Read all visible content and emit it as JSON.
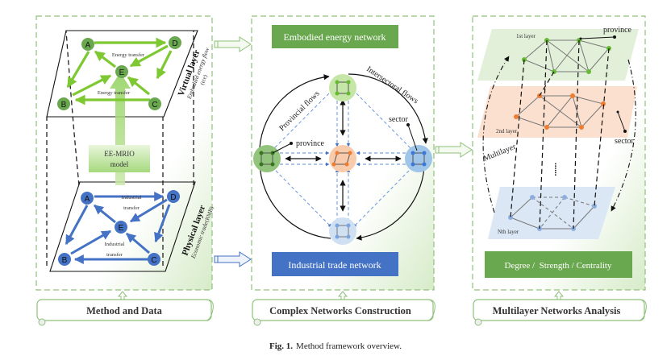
{
  "colors": {
    "green": "#6aa84f",
    "bright_green": "#7ec832",
    "blue": "#4472c4",
    "node_blue": "#4472c4",
    "orange": "#ed7d31",
    "light_green": "#e2efd9",
    "light_orange": "#fbe0cf",
    "light_blue": "#dbe7f4",
    "frame_green": "#8fc17a"
  },
  "panels": {
    "method": {
      "title": "Method and Data",
      "virtual_layer": {
        "title": "Virtual layer",
        "subtitle": "Embodied energy flow",
        "unit": "(tce)",
        "nodes": [
          "A",
          "B",
          "C",
          "D",
          "E"
        ],
        "edge_label_top": "Energy transfer",
        "edge_label_bottom": "Energy transfer"
      },
      "model_box": {
        "line1": "EE-MRIO",
        "line2": "model"
      },
      "physical_layer": {
        "title": "Physical layer",
        "subtitle": "Economic trade",
        "unit": "(RMB)",
        "nodes": [
          "A",
          "B",
          "C",
          "D",
          "E"
        ],
        "edge_label_top_1": "Industrial",
        "edge_label_top_2": "transfer",
        "edge_label_bottom_1": "Industrial",
        "edge_label_bottom_2": "transfer"
      }
    },
    "construction": {
      "title": "Complex Networks Construction",
      "energy_box": "Embodied energy network",
      "trade_box": "Industrial trade network",
      "label_provincial": "Provincial flows",
      "label_intersectoral": "Intersectoral flows",
      "label_province": "province",
      "label_sector": "sector"
    },
    "analysis": {
      "title": "Multilayer Networks Analysis",
      "layer1": "1st layer",
      "layer2": "2nd layer",
      "layerN": "Nth layer",
      "label_province": "province",
      "label_sector": "sector",
      "label_multilayer": "Multilayer",
      "ellipsis": "......",
      "metrics_box": "Degree /  Strength / Centrality"
    }
  },
  "caption": {
    "label": "Fig. 1.",
    "text": "Method framework overview."
  }
}
